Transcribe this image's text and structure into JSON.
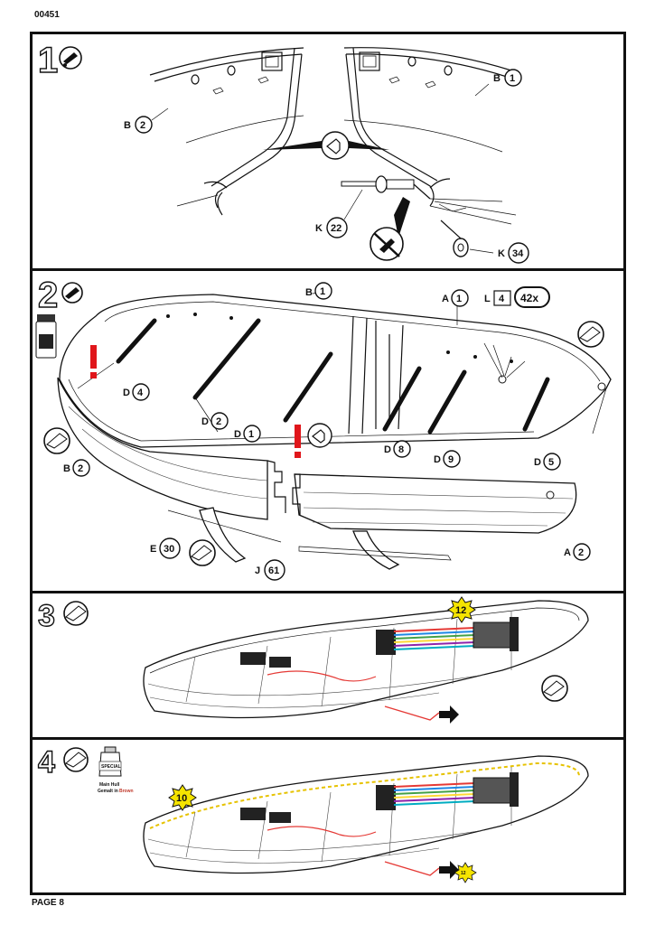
{
  "document": {
    "code": "00451",
    "footer": "PAGE 8"
  },
  "steps": [
    {
      "number": "1",
      "labels": [
        {
          "part": "B",
          "num": "1"
        },
        {
          "part": "B",
          "num": "2"
        },
        {
          "part": "K",
          "num": "22"
        },
        {
          "part": "K",
          "num": "34"
        }
      ]
    },
    {
      "number": "2",
      "count_badge": "42x",
      "labels": [
        {
          "part": "B",
          "num": "1"
        },
        {
          "part": "A",
          "num": "1"
        },
        {
          "part": "L",
          "num": "4"
        },
        {
          "part": "D",
          "num": "4"
        },
        {
          "part": "D",
          "num": "2"
        },
        {
          "part": "D",
          "num": "1"
        },
        {
          "part": "D",
          "num": "8"
        },
        {
          "part": "D",
          "num": "9"
        },
        {
          "part": "D",
          "num": "5"
        },
        {
          "part": "B",
          "num": "2"
        },
        {
          "part": "E",
          "num": "30"
        },
        {
          "part": "J",
          "num": "61"
        },
        {
          "part": "A",
          "num": "2"
        }
      ]
    },
    {
      "number": "3",
      "star": "12"
    },
    {
      "number": "4",
      "star": "10",
      "ref_star": "12",
      "paint_note": {
        "line1": "Main Hull",
        "line2": "Gemalt in",
        "color": "Brown"
      },
      "glue_label": "SPECIAL"
    }
  ],
  "colors": {
    "alert": "#e0161b",
    "star": "#f5e400",
    "wires": [
      "#e53935",
      "#1e88e5",
      "#43a047",
      "#fdd835",
      "#8e24aa",
      "#00acc1"
    ]
  },
  "icons": [
    "cement-tube-icon",
    "paint-jar-icon",
    "glue-bottle-icon",
    "double-sided-tape-icon",
    "alert-exclamation-icon",
    "pin-detail-icon",
    "no-glue-icon"
  ]
}
